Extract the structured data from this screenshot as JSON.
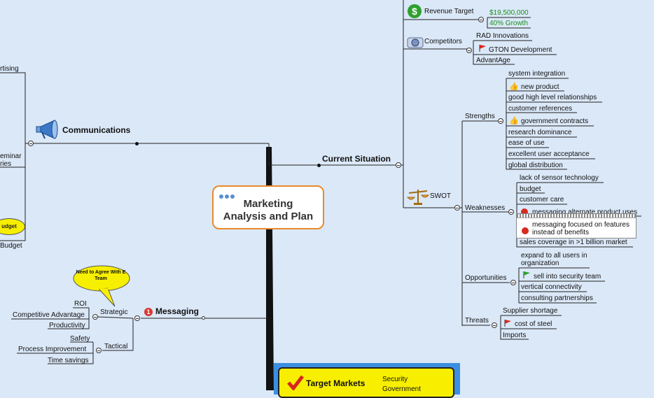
{
  "central": {
    "title_line1": "Marketing",
    "title_line2": "Analysis and Plan"
  },
  "branches": {
    "communications": "Communications",
    "current_situation": "Current Situation",
    "messaging": "Messaging",
    "messaging_number": "1",
    "target_markets": "Target Markets"
  },
  "left_edge": {
    "advertising": "rtising",
    "seminar": "eminar",
    "series": "ries",
    "budget": "Budget",
    "budget_callout": "udget"
  },
  "messaging": {
    "strategic": "Strategic",
    "tactical": "Tactical",
    "roi": "ROI",
    "competitive_advantage": "Competitive Advantage",
    "productivity": "Productivity",
    "safety": "Safety",
    "process_improvement": "Process Improvement",
    "time_savings": "Time savings",
    "callout": "Need to Agree With E Team"
  },
  "current": {
    "revenue_target": "Revenue Target",
    "revenue_value": "$19,500,000",
    "growth": "40% Growth",
    "competitors": "Competitors",
    "competitor_list": [
      "RAD Innovations",
      "GTON Development",
      "AdvantAge"
    ],
    "swot": "SWOT",
    "strengths_label": "Strengths",
    "strengths": [
      "system integration",
      "new product",
      "good high level relationships",
      "customer references",
      "government contracts",
      "research dominance",
      "ease of use",
      "excellent user acceptance",
      "global distribution"
    ],
    "weaknesses_label": "Weaknesses",
    "weaknesses": [
      "lack of sensor technology",
      "budget",
      "customer care",
      "messaging alternate product uses",
      "sales coverage in >1 billion market"
    ],
    "weakness_note": "messaging focused on features instead of benefits",
    "opportunities_label": "Opportunities",
    "opportunities": [
      "expand to all users in organization",
      "sell into security team",
      "vertical connectivity",
      "consulting partnerships"
    ],
    "threats_label": "Threats",
    "threats": [
      "Supplier shortage",
      "cost of steel",
      "Imports"
    ]
  },
  "target": {
    "security": "Security",
    "government": "Government"
  },
  "colors": {
    "background": "#dbe8f8",
    "center_border": "#e88a2a",
    "callout": "#f7ef00",
    "money_green": "#1a8f1a",
    "target_frame": "#3b8fe0"
  }
}
